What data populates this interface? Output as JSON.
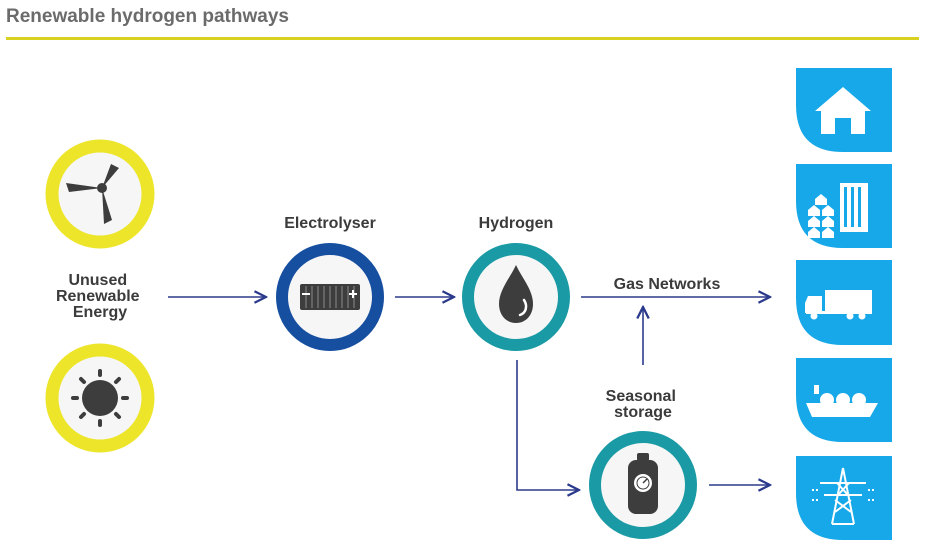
{
  "header": {
    "title": "Renewable hydrogen pathways"
  },
  "nodes": {
    "source": {
      "line1": "Unused",
      "line2": "Renewable",
      "line3": "Energy"
    },
    "electrolyser": {
      "label": "Electrolyser"
    },
    "hydrogen": {
      "label": "Hydrogen"
    },
    "gas_networks": {
      "label": "Gas Networks"
    },
    "storage": {
      "line1": "Seasonal",
      "line2": "storage"
    }
  },
  "end_uses": [
    "house-icon",
    "buildings-icon",
    "truck-icon",
    "ship-icon",
    "power-pylon-icon"
  ],
  "colors": {
    "yellow_ring": "#ede52a",
    "dark_blue": "#164ea0",
    "teal": "#1a9aa5",
    "light_blue": "#16a8e8",
    "arrow": "#2b3a8c",
    "text": "#3b3b3b"
  }
}
